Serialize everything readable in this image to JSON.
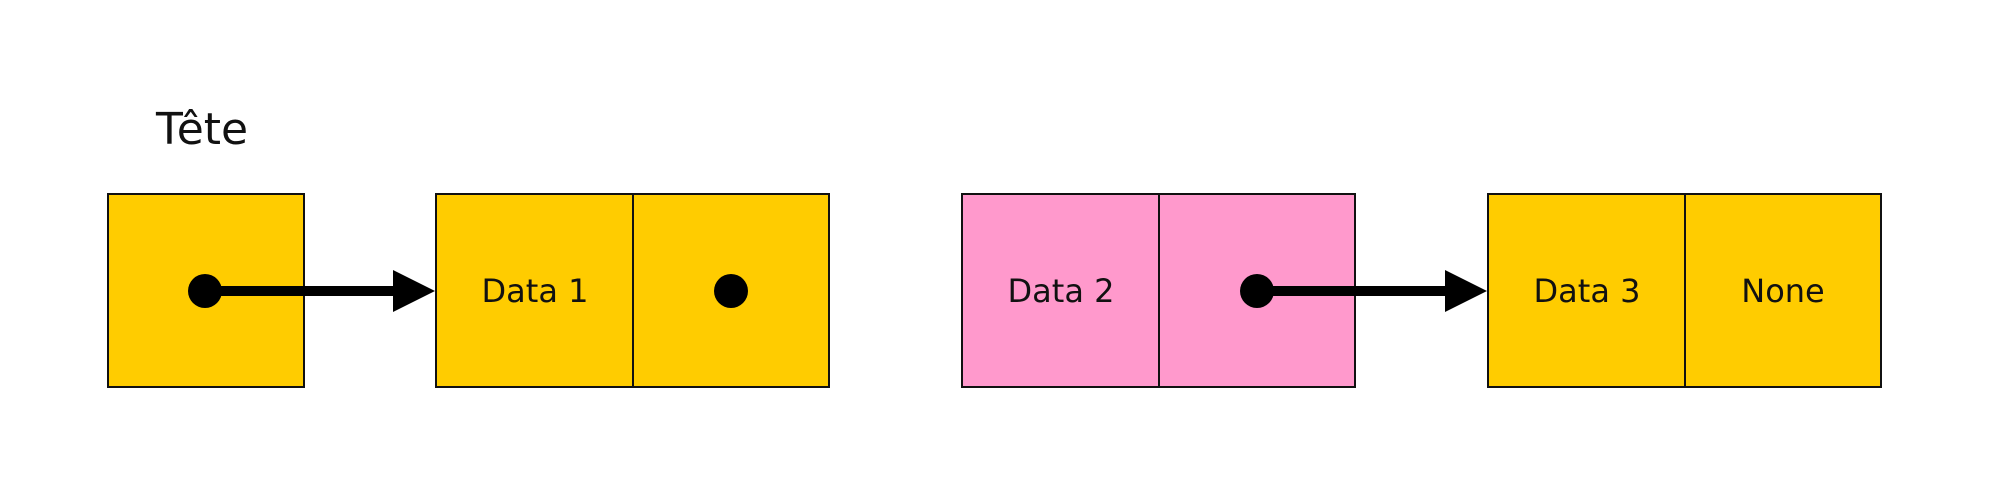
{
  "colors": {
    "node_default": "#FFCC00",
    "node_highlight": "#FF99CC",
    "stroke": "#111111",
    "pointer": "#000000"
  },
  "head": {
    "label": "Tête"
  },
  "nodes": [
    {
      "data": "Data 1",
      "next": "",
      "highlight": false
    },
    {
      "data": "Data 2",
      "next": "",
      "highlight": true
    },
    {
      "data": "Data 3",
      "next": "None",
      "highlight": false
    }
  ]
}
